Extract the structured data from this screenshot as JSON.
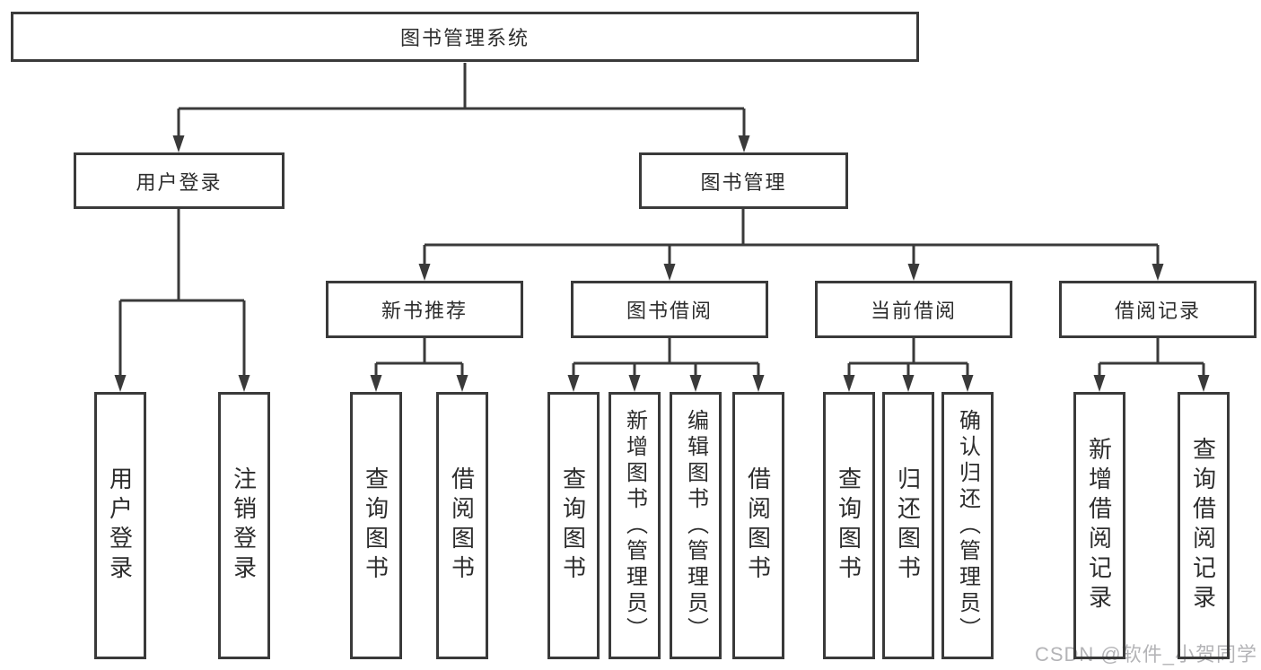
{
  "diagram": {
    "root": {
      "label": "图书管理系统"
    },
    "branches": [
      {
        "label": "用户登录",
        "children": [
          {
            "label": "用户登录"
          },
          {
            "label": "注销登录"
          }
        ]
      },
      {
        "label": "图书管理",
        "children": [
          {
            "label": "新书推荐",
            "children": [
              {
                "label": "查询图书"
              },
              {
                "label": "借阅图书"
              }
            ]
          },
          {
            "label": "图书借阅",
            "children": [
              {
                "label": "查询图书"
              },
              {
                "label": "新增图书（管理员）"
              },
              {
                "label": "编辑图书（管理员）"
              },
              {
                "label": "借阅图书"
              }
            ]
          },
          {
            "label": "当前借阅",
            "children": [
              {
                "label": "查询图书"
              },
              {
                "label": "归还图书"
              },
              {
                "label": "确认归还（管理员）"
              }
            ]
          },
          {
            "label": "借阅记录",
            "children": [
              {
                "label": "新增借阅记录"
              },
              {
                "label": "查询借阅记录"
              }
            ]
          }
        ]
      }
    ]
  },
  "watermark": {
    "text": "CSDN @软件_小贺同学"
  },
  "colors": {
    "line": "#3a3a3a",
    "box_border": "#3a3a3a",
    "text": "#2d2d2d",
    "watermark": "#b4b4b7",
    "background": "#ffffff"
  }
}
